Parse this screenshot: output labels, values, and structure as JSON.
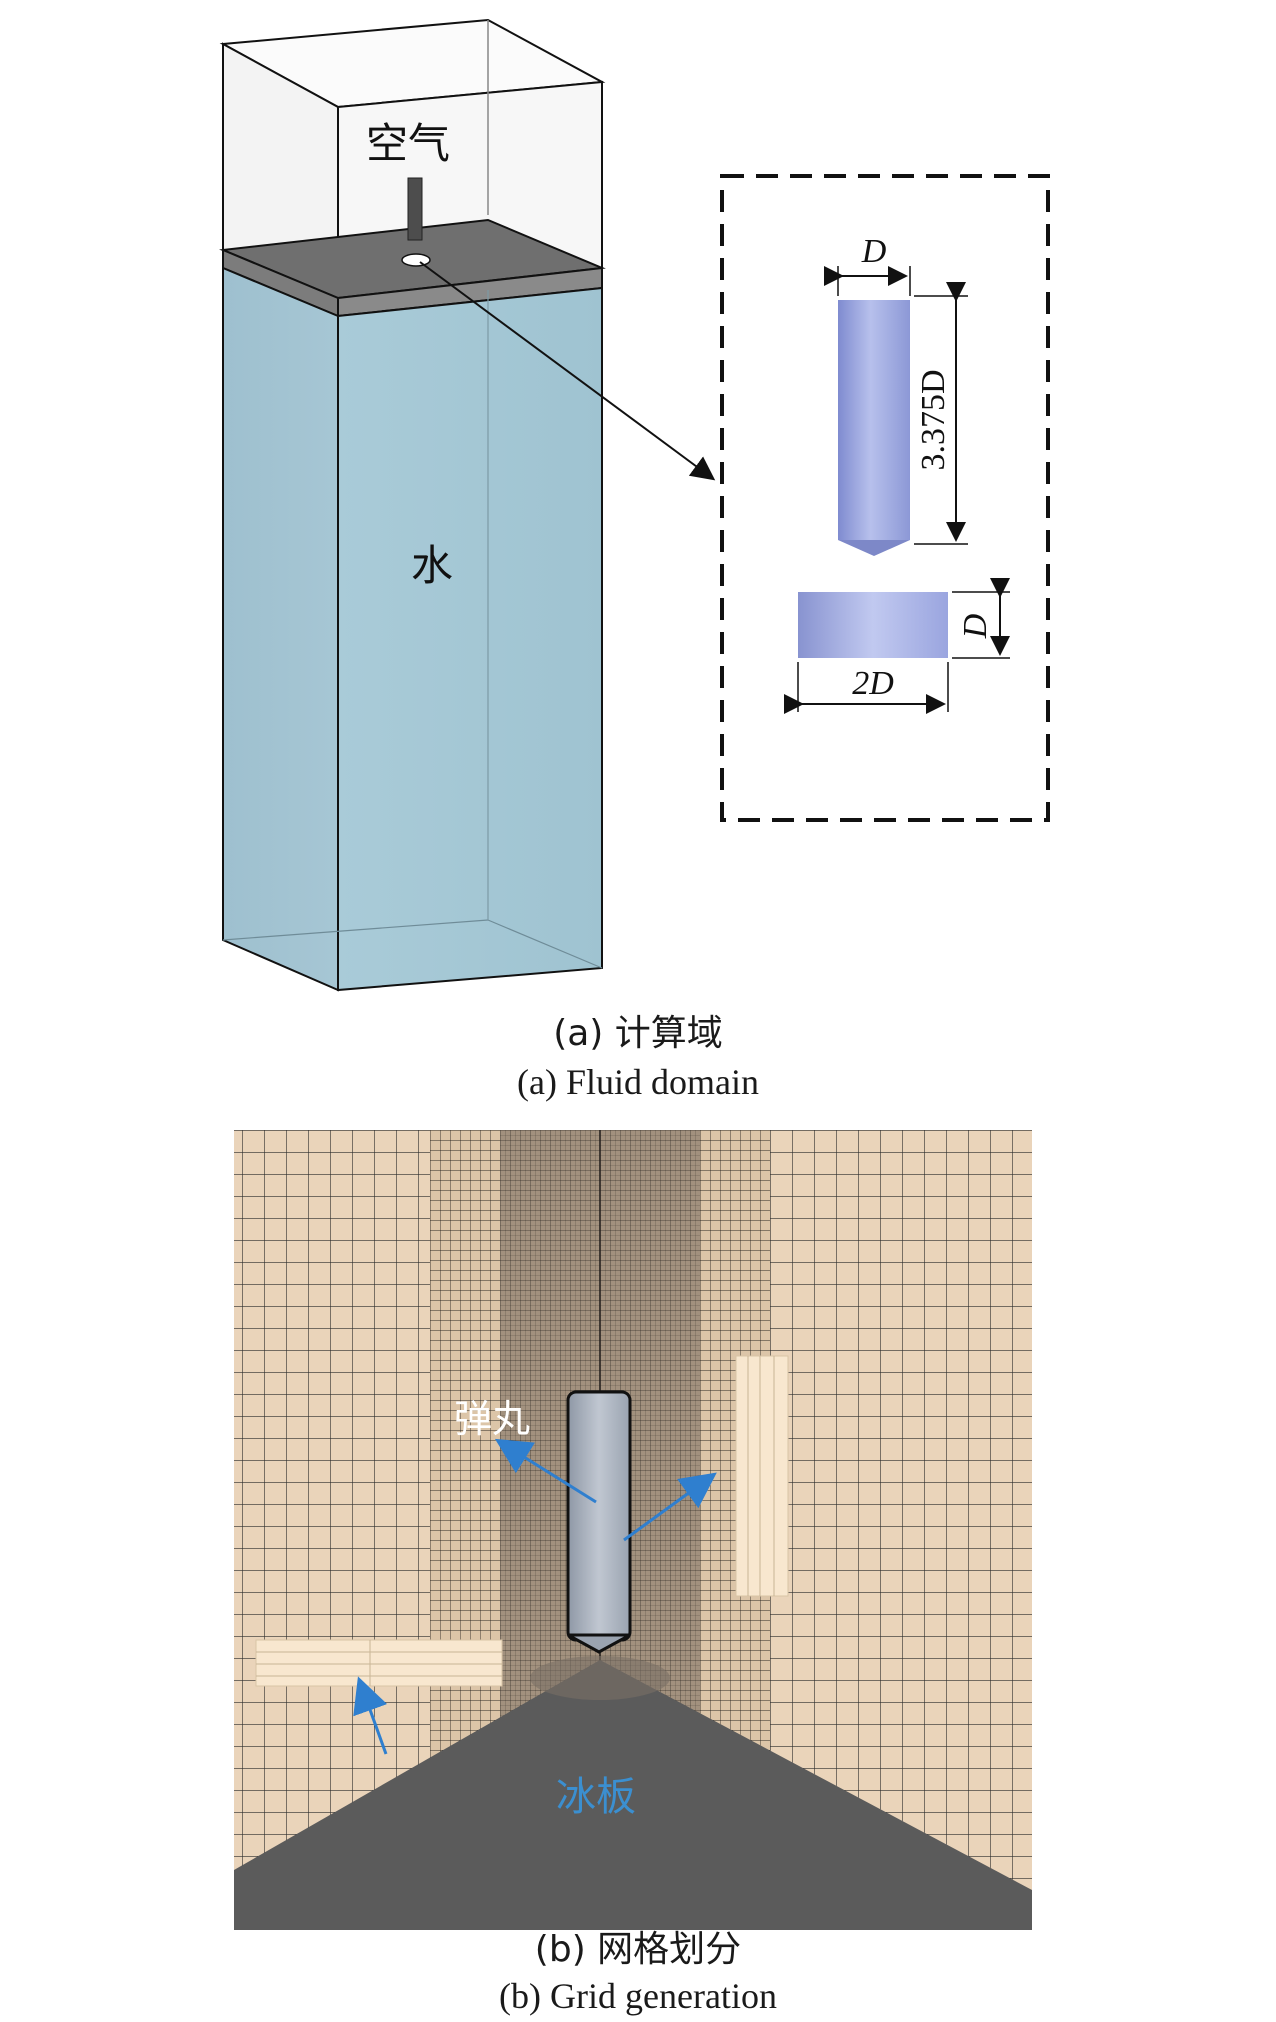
{
  "panel_a": {
    "label_air": "空气",
    "label_water": "水",
    "dim_diameter": "D",
    "dim_length": "3.375D",
    "dim_plate_thickness": "D",
    "dim_plate_width": "2D",
    "caption_cn": "(a) 计算域",
    "caption_en": "(a) Fluid domain"
  },
  "panel_b": {
    "label_projectile": "弹丸",
    "label_ice_plate": "冰板",
    "caption_cn": "(b) 网格划分",
    "caption_en": "(b) Grid generation",
    "colors": {
      "mesh_background": "#e9d3b9",
      "ice_floor": "#5b5b5b",
      "projectile": "#aab3c0",
      "arrow": "#2f7fcf",
      "ice_label": "#3b8fd0"
    }
  }
}
